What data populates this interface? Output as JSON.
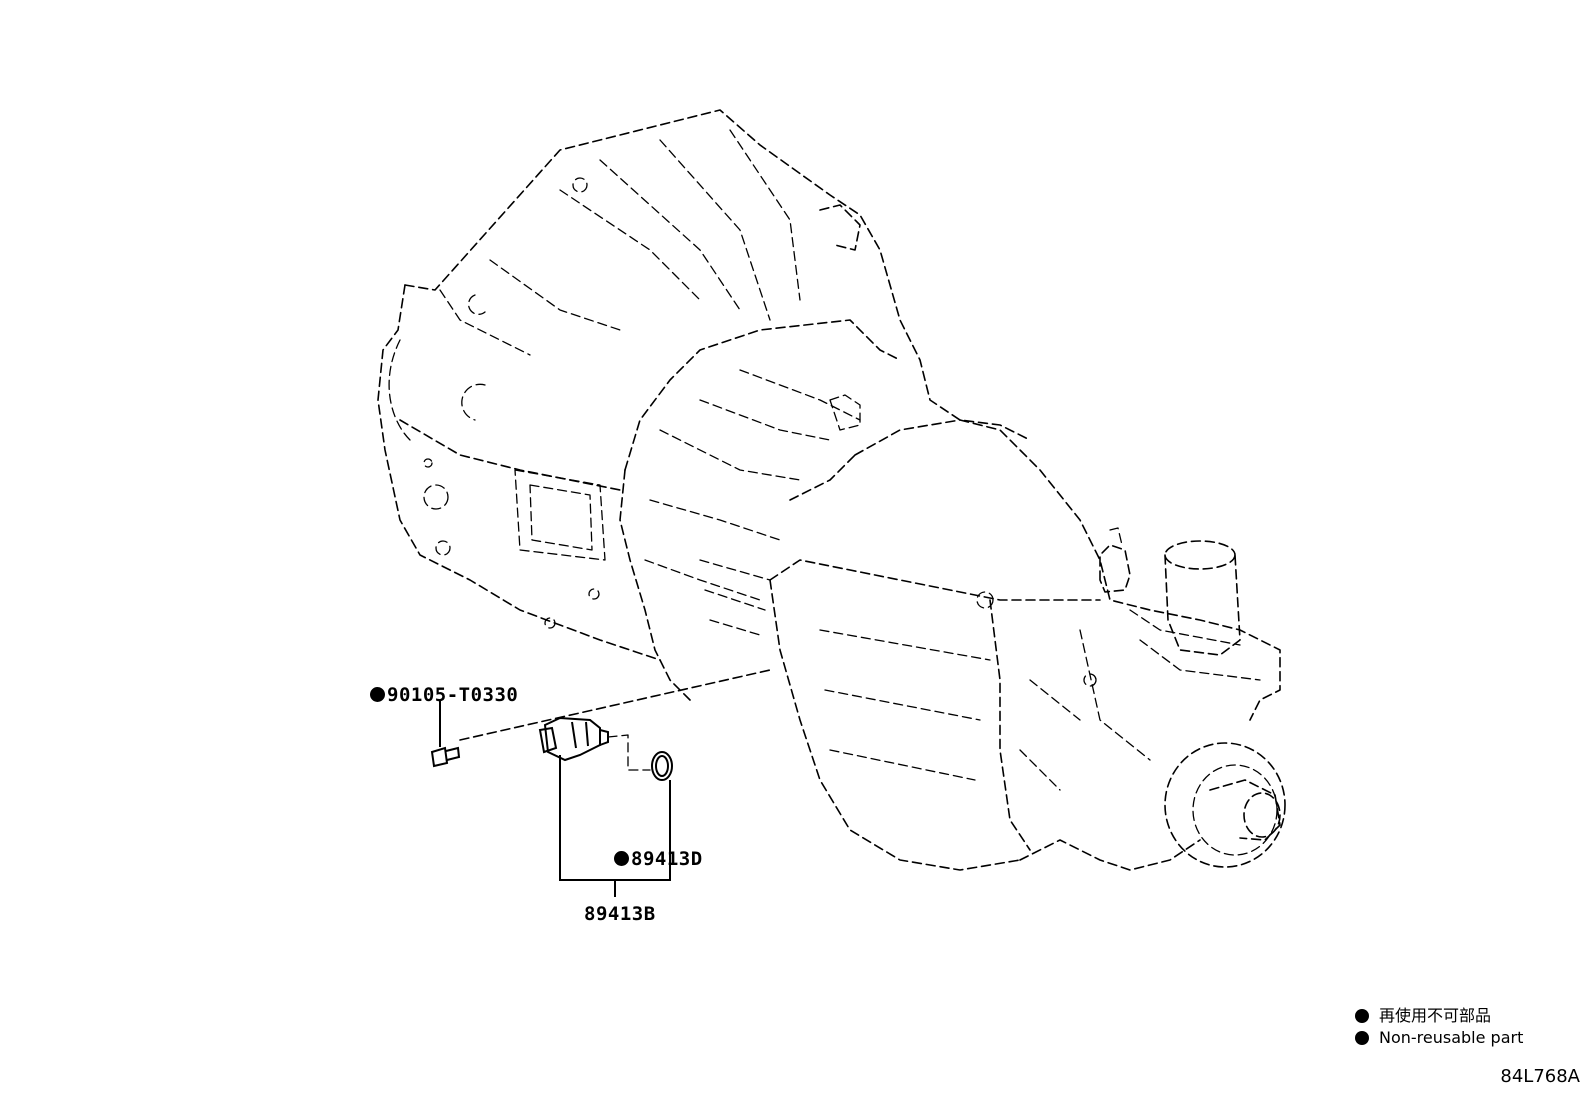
{
  "parts": {
    "bolt": "90105-T0330",
    "sensor_assembly": "89413B",
    "oring": "89413D"
  },
  "legend": {
    "ja": "再使用不可部品",
    "en": "Non-reusable part"
  },
  "figure_code": "84L768A"
}
